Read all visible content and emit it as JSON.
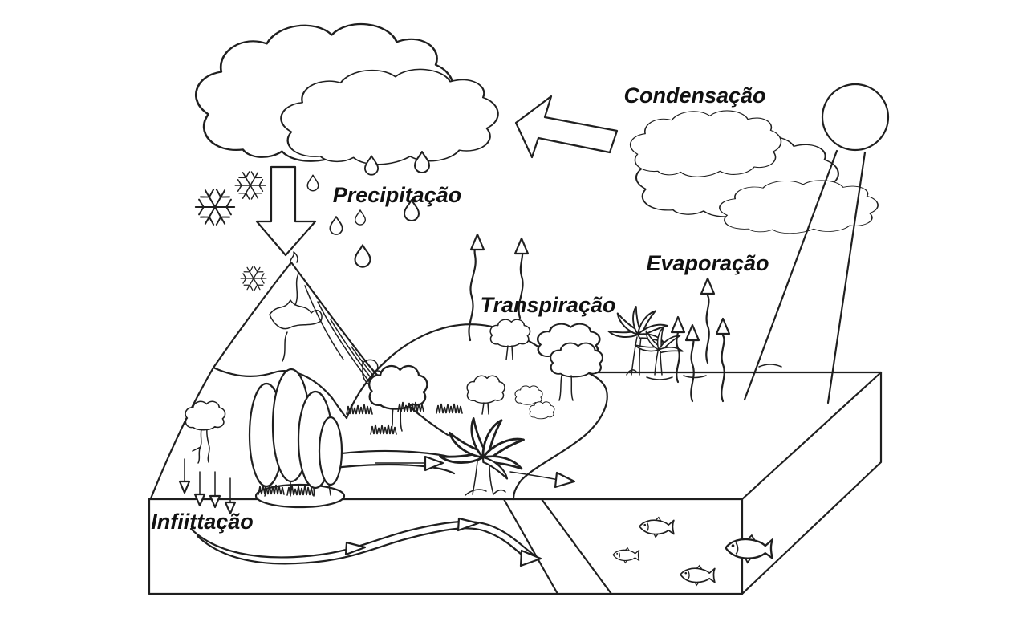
{
  "figure": {
    "description": "Black-and-white line drawing of the water cycle with Portuguese labels",
    "background_color": "#ffffff",
    "ink_color": "#1f1f1f",
    "labels": {
      "condensacao": "Condensação",
      "precipitacao": "Precipitação",
      "evaporacao": "Evaporação",
      "transpiracao": "Transpiração",
      "infiltracao": "Infiittação"
    },
    "scene": {
      "clouds": 5,
      "sun_rays": 2,
      "snowflakes": 3,
      "raindrops": 7,
      "fish": 4,
      "infiltration_arrows": 4,
      "evaporation_arrows": 4,
      "transpiration_arrows": 2
    }
  }
}
